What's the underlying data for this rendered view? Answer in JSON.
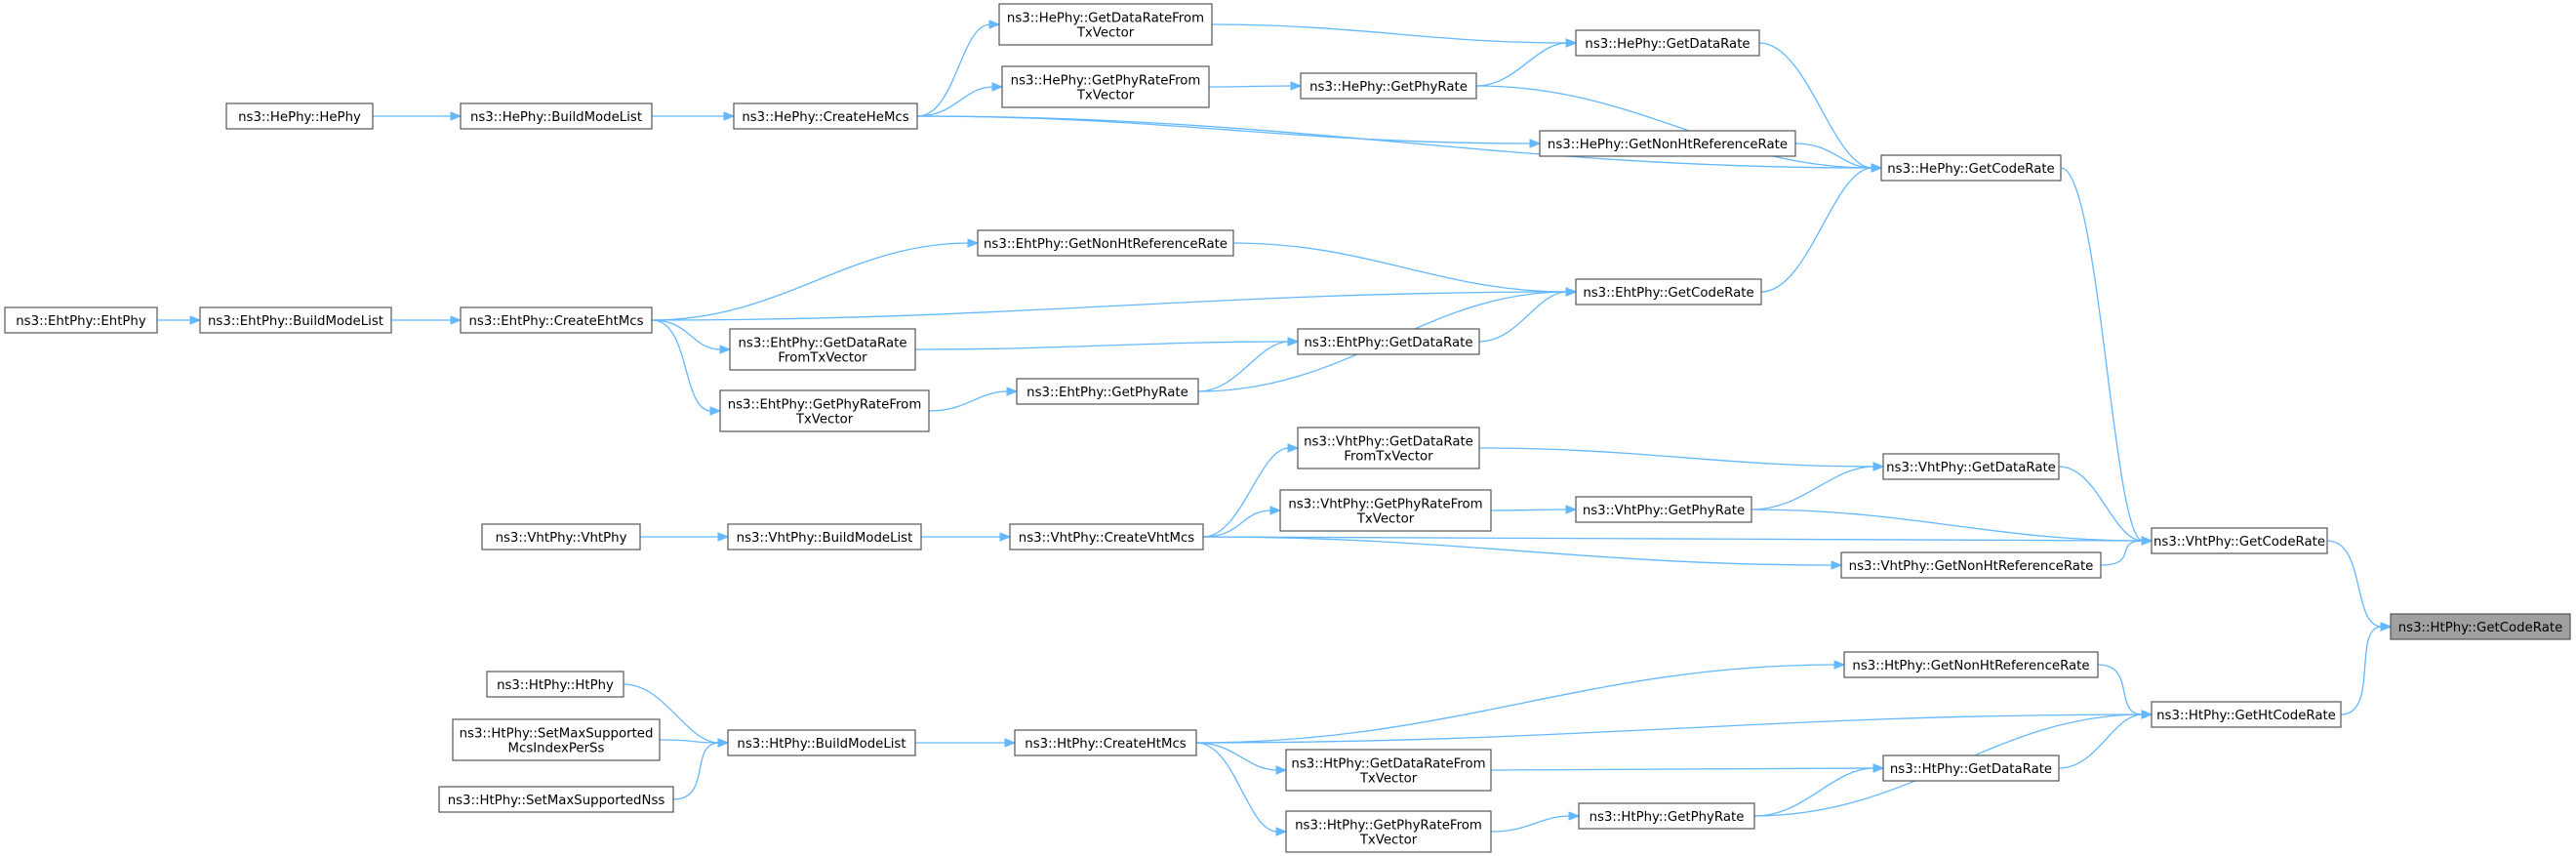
{
  "colors": {
    "edge": "#63b8ff",
    "node_border": "#555555",
    "node_fill": "#ffffff",
    "root_fill": "#a0a0a0"
  },
  "nodes": [
    {
      "id": "htphy_getcoderate",
      "lines": [
        "ns3::HtPhy::GetCodeRate"
      ],
      "root": true
    },
    {
      "id": "vhtphy_getcoderate",
      "lines": [
        "ns3::VhtPhy::GetCodeRate"
      ]
    },
    {
      "id": "htphy_gethtcoderate",
      "lines": [
        "ns3::HtPhy::GetHtCodeRate"
      ]
    },
    {
      "id": "hephy_getcoderate",
      "lines": [
        "ns3::HePhy::GetCodeRate"
      ]
    },
    {
      "id": "vhtphy_getdatarate",
      "lines": [
        "ns3::VhtPhy::GetDataRate"
      ]
    },
    {
      "id": "vhtphy_getphyrate",
      "lines": [
        "ns3::VhtPhy::GetPhyRate"
      ]
    },
    {
      "id": "vhtphy_getnonhtreferencerate",
      "lines": [
        "ns3::VhtPhy::GetNonHtReferenceRate"
      ]
    },
    {
      "id": "vhtphy_createvhtmcs",
      "lines": [
        "ns3::VhtPhy::CreateVhtMcs"
      ]
    },
    {
      "id": "vhtphy_getdataratefromtxvector",
      "lines": [
        "ns3::VhtPhy::GetDataRate",
        "FromTxVector"
      ]
    },
    {
      "id": "vhtphy_getphyratefromtxvector",
      "lines": [
        "ns3::VhtPhy::GetPhyRateFrom",
        "TxVector"
      ]
    },
    {
      "id": "vhtphy_buildmodelist",
      "lines": [
        "ns3::VhtPhy::BuildModeList"
      ]
    },
    {
      "id": "vhtphy_vhtphy",
      "lines": [
        "ns3::VhtPhy::VhtPhy"
      ]
    },
    {
      "id": "hephy_getdatarate",
      "lines": [
        "ns3::HePhy::GetDataRate"
      ]
    },
    {
      "id": "hephy_getphyrate",
      "lines": [
        "ns3::HePhy::GetPhyRate"
      ]
    },
    {
      "id": "hephy_getnonhtreferencerate",
      "lines": [
        "ns3::HePhy::GetNonHtReferenceRate"
      ]
    },
    {
      "id": "hephy_createhemcs",
      "lines": [
        "ns3::HePhy::CreateHeMcs"
      ]
    },
    {
      "id": "hephy_getdataratefromtxvector",
      "lines": [
        "ns3::HePhy::GetDataRateFrom",
        "TxVector"
      ]
    },
    {
      "id": "hephy_getphyratefromtxvector",
      "lines": [
        "ns3::HePhy::GetPhyRateFrom",
        "TxVector"
      ]
    },
    {
      "id": "hephy_buildmodelist",
      "lines": [
        "ns3::HePhy::BuildModeList"
      ]
    },
    {
      "id": "hephy_hephy",
      "lines": [
        "ns3::HePhy::HePhy"
      ]
    },
    {
      "id": "ehtphy_getcoderate",
      "lines": [
        "ns3::EhtPhy::GetCodeRate"
      ]
    },
    {
      "id": "ehtphy_getnonhtreferencerate",
      "lines": [
        "ns3::EhtPhy::GetNonHtReferenceRate"
      ]
    },
    {
      "id": "ehtphy_getdatarate",
      "lines": [
        "ns3::EhtPhy::GetDataRate"
      ]
    },
    {
      "id": "ehtphy_getphyrate",
      "lines": [
        "ns3::EhtPhy::GetPhyRate"
      ]
    },
    {
      "id": "ehtphy_createehtmcs",
      "lines": [
        "ns3::EhtPhy::CreateEhtMcs"
      ]
    },
    {
      "id": "ehtphy_getdataratefromtxvector",
      "lines": [
        "ns3::EhtPhy::GetDataRate",
        "FromTxVector"
      ]
    },
    {
      "id": "ehtphy_getphyratefromtxvector",
      "lines": [
        "ns3::EhtPhy::GetPhyRateFrom",
        "TxVector"
      ]
    },
    {
      "id": "ehtphy_buildmodelist",
      "lines": [
        "ns3::EhtPhy::BuildModeList"
      ]
    },
    {
      "id": "ehtphy_ehtphy",
      "lines": [
        "ns3::EhtPhy::EhtPhy"
      ]
    },
    {
      "id": "htphy_getnonhtreferencerate",
      "lines": [
        "ns3::HtPhy::GetNonHtReferenceRate"
      ]
    },
    {
      "id": "htphy_getdatarate",
      "lines": [
        "ns3::HtPhy::GetDataRate"
      ]
    },
    {
      "id": "htphy_getphyrate",
      "lines": [
        "ns3::HtPhy::GetPhyRate"
      ]
    },
    {
      "id": "htphy_createhtmcs",
      "lines": [
        "ns3::HtPhy::CreateHtMcs"
      ]
    },
    {
      "id": "htphy_getdataratefromtxvector",
      "lines": [
        "ns3::HtPhy::GetDataRateFrom",
        "TxVector"
      ]
    },
    {
      "id": "htphy_getphyratefromtxvector",
      "lines": [
        "ns3::HtPhy::GetPhyRateFrom",
        "TxVector"
      ]
    },
    {
      "id": "htphy_buildmodelist",
      "lines": [
        "ns3::HtPhy::BuildModeList"
      ]
    },
    {
      "id": "htphy_htphy",
      "lines": [
        "ns3::HtPhy::HtPhy"
      ]
    },
    {
      "id": "htphy_setmaxsupportedmcsindexperss",
      "lines": [
        "ns3::HtPhy::SetMaxSupported",
        "McsIndexPerSs"
      ]
    },
    {
      "id": "htphy_setmaxsupportednss",
      "lines": [
        "ns3::HtPhy::SetMaxSupportedNss"
      ]
    }
  ],
  "edges": [
    {
      "from": "vhtphy_getcoderate",
      "to": "htphy_getcoderate"
    },
    {
      "from": "htphy_gethtcoderate",
      "to": "htphy_getcoderate"
    },
    {
      "from": "hephy_getcoderate",
      "to": "vhtphy_getcoderate"
    },
    {
      "from": "vhtphy_getdatarate",
      "to": "vhtphy_getcoderate"
    },
    {
      "from": "vhtphy_getphyrate",
      "to": "vhtphy_getcoderate"
    },
    {
      "from": "vhtphy_getnonhtreferencerate",
      "to": "vhtphy_getcoderate"
    },
    {
      "from": "vhtphy_createvhtmcs",
      "to": "vhtphy_getcoderate"
    },
    {
      "from": "vhtphy_getdataratefromtxvector",
      "to": "vhtphy_getdatarate"
    },
    {
      "from": "vhtphy_getphyrate",
      "to": "vhtphy_getdatarate"
    },
    {
      "from": "vhtphy_getphyratefromtxvector",
      "to": "vhtphy_getphyrate"
    },
    {
      "from": "vhtphy_createvhtmcs",
      "to": "vhtphy_getnonhtreferencerate"
    },
    {
      "from": "vhtphy_createvhtmcs",
      "to": "vhtphy_getdataratefromtxvector"
    },
    {
      "from": "vhtphy_createvhtmcs",
      "to": "vhtphy_getphyratefromtxvector"
    },
    {
      "from": "vhtphy_buildmodelist",
      "to": "vhtphy_createvhtmcs"
    },
    {
      "from": "vhtphy_vhtphy",
      "to": "vhtphy_buildmodelist"
    },
    {
      "from": "hephy_getdatarate",
      "to": "hephy_getcoderate"
    },
    {
      "from": "hephy_getphyrate",
      "to": "hephy_getcoderate"
    },
    {
      "from": "hephy_getnonhtreferencerate",
      "to": "hephy_getcoderate"
    },
    {
      "from": "hephy_createhemcs",
      "to": "hephy_getcoderate"
    },
    {
      "from": "ehtphy_getcoderate",
      "to": "hephy_getcoderate"
    },
    {
      "from": "hephy_getdataratefromtxvector",
      "to": "hephy_getdatarate"
    },
    {
      "from": "hephy_getphyrate",
      "to": "hephy_getdatarate"
    },
    {
      "from": "hephy_getphyratefromtxvector",
      "to": "hephy_getphyrate"
    },
    {
      "from": "hephy_createhemcs",
      "to": "hephy_getnonhtreferencerate"
    },
    {
      "from": "hephy_createhemcs",
      "to": "hephy_getdataratefromtxvector"
    },
    {
      "from": "hephy_createhemcs",
      "to": "hephy_getphyratefromtxvector"
    },
    {
      "from": "hephy_buildmodelist",
      "to": "hephy_createhemcs"
    },
    {
      "from": "hephy_hephy",
      "to": "hephy_buildmodelist"
    },
    {
      "from": "ehtphy_getnonhtreferencerate",
      "to": "ehtphy_getcoderate"
    },
    {
      "from": "ehtphy_createehtmcs",
      "to": "ehtphy_getcoderate"
    },
    {
      "from": "ehtphy_getdatarate",
      "to": "ehtphy_getcoderate"
    },
    {
      "from": "ehtphy_getphyrate",
      "to": "ehtphy_getcoderate"
    },
    {
      "from": "ehtphy_getdataratefromtxvector",
      "to": "ehtphy_getdatarate"
    },
    {
      "from": "ehtphy_getphyrate",
      "to": "ehtphy_getdatarate"
    },
    {
      "from": "ehtphy_getphyratefromtxvector",
      "to": "ehtphy_getphyrate"
    },
    {
      "from": "ehtphy_createehtmcs",
      "to": "ehtphy_getnonhtreferencerate"
    },
    {
      "from": "ehtphy_createehtmcs",
      "to": "ehtphy_getdataratefromtxvector"
    },
    {
      "from": "ehtphy_createehtmcs",
      "to": "ehtphy_getphyratefromtxvector"
    },
    {
      "from": "ehtphy_buildmodelist",
      "to": "ehtphy_createehtmcs"
    },
    {
      "from": "ehtphy_ehtphy",
      "to": "ehtphy_buildmodelist"
    },
    {
      "from": "htphy_getnonhtreferencerate",
      "to": "htphy_gethtcoderate"
    },
    {
      "from": "htphy_createhtmcs",
      "to": "htphy_gethtcoderate"
    },
    {
      "from": "htphy_getdatarate",
      "to": "htphy_gethtcoderate"
    },
    {
      "from": "htphy_getphyrate",
      "to": "htphy_gethtcoderate"
    },
    {
      "from": "htphy_getdataratefromtxvector",
      "to": "htphy_getdatarate"
    },
    {
      "from": "htphy_getphyrate",
      "to": "htphy_getdatarate"
    },
    {
      "from": "htphy_getphyratefromtxvector",
      "to": "htphy_getphyrate"
    },
    {
      "from": "htphy_createhtmcs",
      "to": "htphy_getnonhtreferencerate"
    },
    {
      "from": "htphy_createhtmcs",
      "to": "htphy_getdataratefromtxvector"
    },
    {
      "from": "htphy_createhtmcs",
      "to": "htphy_getphyratefromtxvector"
    },
    {
      "from": "htphy_buildmodelist",
      "to": "htphy_createhtmcs"
    },
    {
      "from": "htphy_htphy",
      "to": "htphy_buildmodelist"
    },
    {
      "from": "htphy_setmaxsupportedmcsindexperss",
      "to": "htphy_buildmodelist"
    },
    {
      "from": "htphy_setmaxsupportednss",
      "to": "htphy_buildmodelist"
    }
  ]
}
